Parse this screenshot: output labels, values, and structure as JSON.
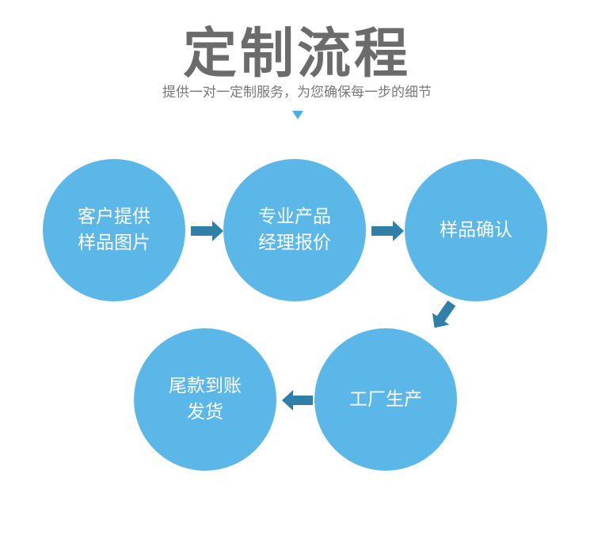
{
  "header": {
    "title": "定制流程",
    "subtitle": "提供一对一定制服务，为您确保每一步的细节"
  },
  "steps": [
    {
      "line1": "客户提供",
      "line2": "样品图片"
    },
    {
      "line1": "专业产品",
      "line2": "经理报价"
    },
    {
      "line1": "样品确认",
      "line2": ""
    },
    {
      "line1": "工厂生产",
      "line2": ""
    },
    {
      "line1": "尾款到账",
      "line2": "发货"
    }
  ],
  "colors": {
    "circle": "#5bb7e7",
    "arrow": "#2f7fa9",
    "title": "#6b6b6b",
    "indicator": "#4aaee3"
  }
}
